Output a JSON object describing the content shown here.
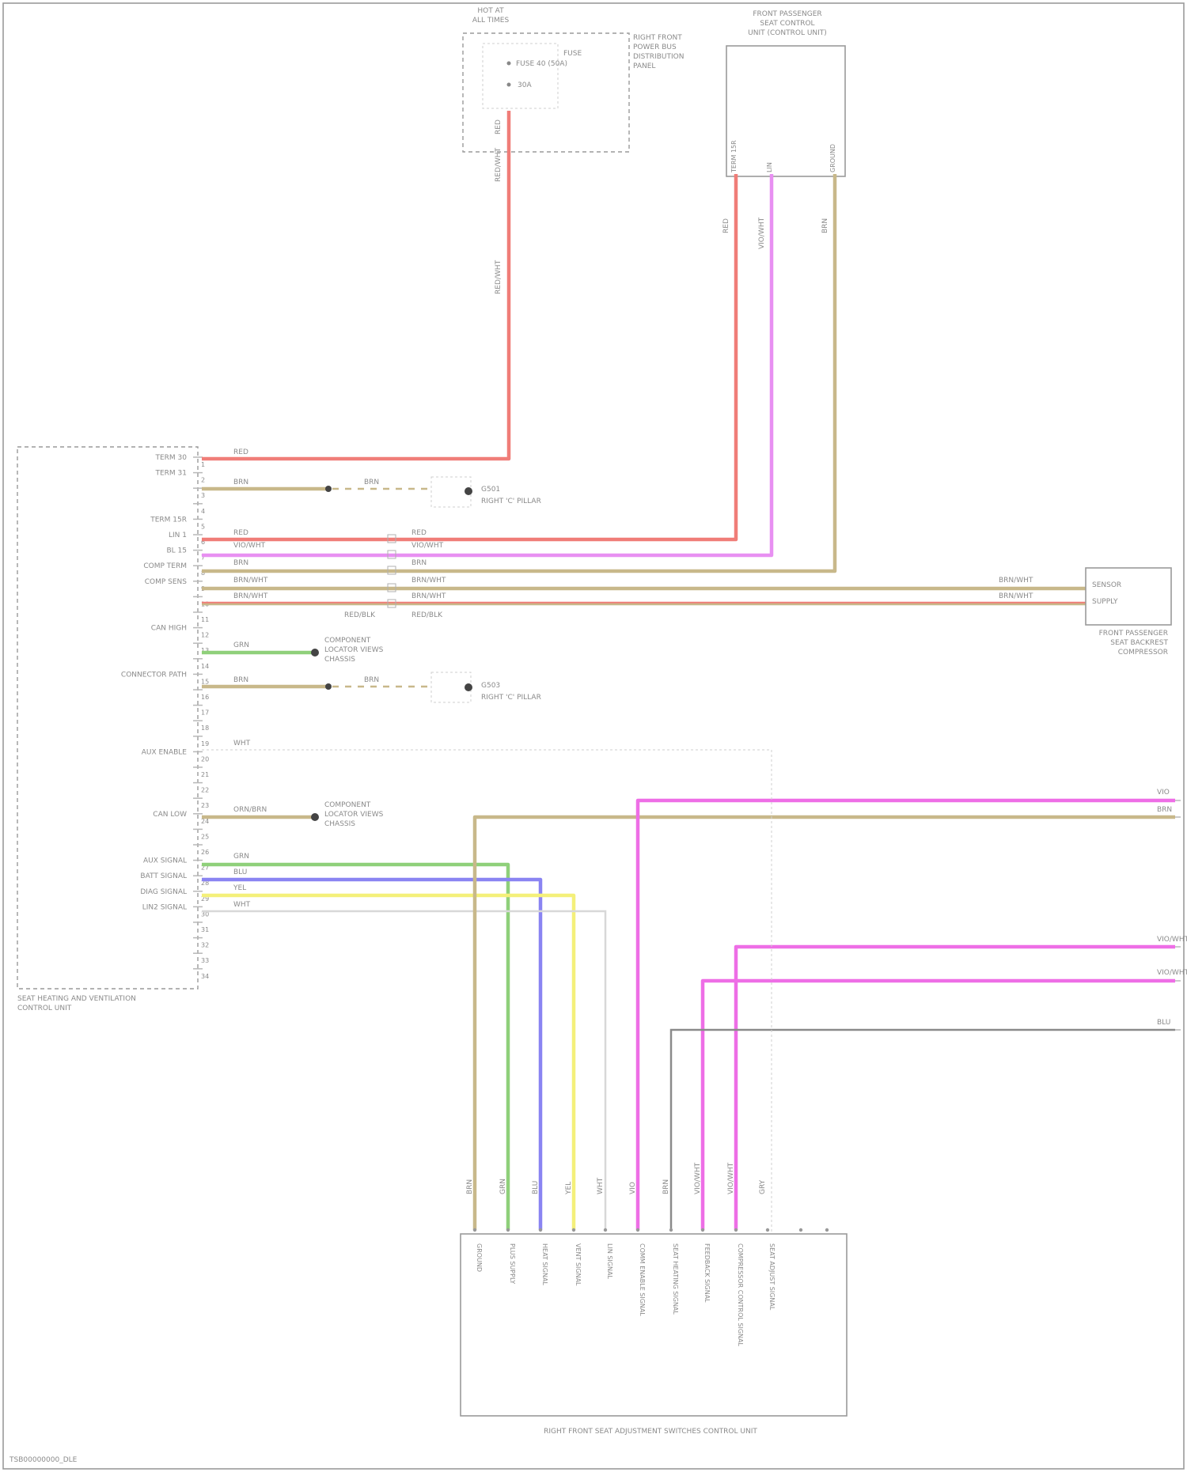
{
  "page_title": "Seat Heating and Ventilation, Driver Side",
  "diagram_id": "TSB00000000_DLE",
  "colors": {
    "red": "#f07d78",
    "pink": "#e890f2",
    "tan": "#c8b88a",
    "green": "#8fd07a",
    "blue": "#8a84f2",
    "yellow": "#f4f07a",
    "white_wire": "#d8d8d8",
    "gray": "#8a8a8a",
    "magenta": "#ee6ee6"
  },
  "components": {
    "fuse_box": {
      "title_line1": "HOT AT",
      "title_line2": "ALL TIMES",
      "side_label": [
        "RIGHT FRONT",
        "POWER BUS",
        "DISTRIBUTION",
        "PANEL"
      ],
      "fuse_label": "FUSE",
      "fuse_detail": "FUSE 40 (50A)",
      "relay_label": "30A"
    },
    "front_passenger_module": {
      "title": [
        "FRONT PASSENGER",
        "SEAT CONTROL",
        "UNIT (CONTROL UNIT)"
      ]
    },
    "control_unit": {
      "name": [
        "SEAT HEATING AND VENTILATION",
        "CONTROL UNIT"
      ]
    },
    "connector_g1": {
      "label": "G501",
      "sub": "RIGHT 'C' PILLAR"
    },
    "connector_g2": {
      "label": "G503",
      "sub": "RIGHT 'C' PILLAR"
    },
    "compressor": {
      "pins": [
        "SENSOR",
        "SUPPLY"
      ],
      "name": [
        "FRONT PASSENGER",
        "SEAT BACKREST",
        "COMPRESSOR"
      ]
    },
    "component_link_1": [
      "COMPONENT",
      "LOCATOR VIEWS",
      "CHASSIS"
    ],
    "component_link_2": [
      "COMPONENT",
      "LOCATOR VIEWS",
      "CHASSIS"
    ],
    "bottom_module": {
      "name": "RIGHT FRONT SEAT ADJUSTMENT SWITCHES CONTROL UNIT",
      "pin_labels": [
        "GROUND",
        "PLUS SUPPLY",
        "HEAT SIGNAL",
        "VENT SIGNAL",
        "LIN SIGNAL",
        "COMM ENABLE SIGNAL",
        "SEAT HEATING SIGNAL",
        "FEEDBACK SIGNAL",
        "COMPRESSOR CONTROL SIGNAL",
        "SEAT ADJUST SIGNAL"
      ]
    }
  },
  "pins_left": [
    {
      "label": "TERM 30",
      "num": "1"
    },
    {
      "label": "TERM 31",
      "num": "2"
    },
    {
      "label": "",
      "num": "3"
    },
    {
      "label": "",
      "num": "4"
    },
    {
      "label": "TERM 15R",
      "num": "5"
    },
    {
      "label": "LIN 1",
      "num": "6"
    },
    {
      "label": "BL 15",
      "num": "7"
    },
    {
      "label": "COMP TERM",
      "num": "8"
    },
    {
      "label": "COMP SENS",
      "num": "9"
    },
    {
      "label": "",
      "num": "10"
    },
    {
      "label": "",
      "num": "11"
    },
    {
      "label": "CAN HIGH",
      "num": "12"
    },
    {
      "label": "",
      "num": "13"
    },
    {
      "label": "",
      "num": "14"
    },
    {
      "label": "CONNECTOR PATH",
      "num": "15"
    },
    {
      "label": "",
      "num": "16"
    },
    {
      "label": "",
      "num": "17"
    },
    {
      "label": "",
      "num": "18"
    },
    {
      "label": "",
      "num": "19"
    },
    {
      "label": "AUX ENABLE",
      "num": "20"
    },
    {
      "label": "",
      "num": "21"
    },
    {
      "label": "",
      "num": "22"
    },
    {
      "label": "",
      "num": "23"
    },
    {
      "label": "CAN LOW",
      "num": "24"
    },
    {
      "label": "",
      "num": "25"
    },
    {
      "label": "",
      "num": "26"
    },
    {
      "label": "AUX SIGNAL",
      "num": "27"
    },
    {
      "label": "BATT SIGNAL",
      "num": "28"
    },
    {
      "label": "DIAG SIGNAL",
      "num": "29"
    },
    {
      "label": "LIN2 SIGNAL",
      "num": "30"
    },
    {
      "label": "",
      "num": "31"
    },
    {
      "label": "",
      "num": "32"
    },
    {
      "label": "",
      "num": "33"
    },
    {
      "label": "",
      "num": "34"
    }
  ],
  "wire_codes": {
    "w_term30": "RED",
    "w_term31": "BRN",
    "w_brn_right": "BRN",
    "w_term15r": "RED",
    "w_15r_r": "RED",
    "w_lin1": "VIO/WHT",
    "w_lin1_r": "VIO/WHT",
    "w_bl15": "BRN",
    "w_bl15_r": "BRN",
    "w_comp1": "BRN/WHT",
    "w_comp1_r": "BRN/WHT",
    "w_comp2": "BRN/WHT",
    "w_comp2_r": "BRN/WHT",
    "w_comp_sub": "RED/BLK",
    "w_comp_sub_r": "RED/BLK",
    "w_comp_in1": "BRN/WHT",
    "w_comp_in2": "BRN/WHT",
    "w_can_high": "GRN",
    "w_conn_path": "BRN",
    "w_conn_path_r": "BRN",
    "w_aux_enable": "WHT",
    "w_can_low": "ORN/BRN",
    "w_aux_sig": "GRN",
    "w_batt_sig": "BLU",
    "w_diag_sig": "YEL",
    "w_lin2_sig": "WHT",
    "w_fuse_vert": "RED",
    "w_fuse_vert2": "RED/WHT",
    "w_fuse_vert3": "RED/WHT",
    "w_fp_red": "RED",
    "w_fp_pink": "VIO/WHT",
    "w_fp_tan": "BRN",
    "w_right1": "VIO",
    "w_right2": "BRN",
    "w_right3": "VIO/WHT",
    "w_right4": "VIO/WHT",
    "w_right5": "BLU"
  },
  "fp_pin_labels": [
    "TERM 15R",
    "LIN",
    "GROUND"
  ],
  "bottom_wire_codes": [
    "BRN",
    "GRN",
    "BLU",
    "YEL",
    "WHT",
    "VIO",
    "BRN",
    "VIO/WHT",
    "VIO/WHT",
    "GRY"
  ]
}
